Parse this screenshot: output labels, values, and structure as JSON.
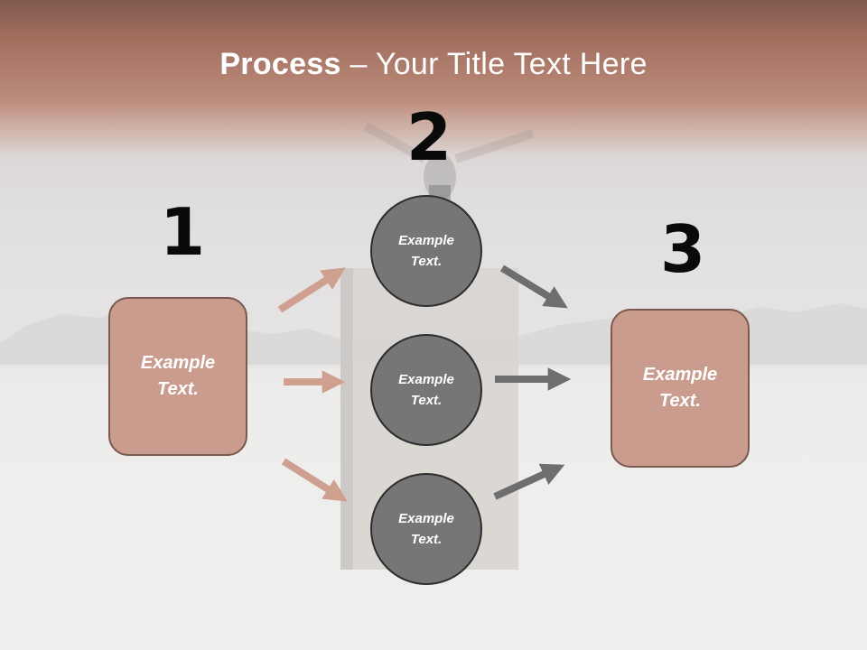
{
  "title": {
    "bold": "Process",
    "rest": " – Your Title Text Here"
  },
  "steps": [
    {
      "number": "1",
      "text_line1": "Example",
      "text_line2": "Text."
    },
    {
      "number": "2"
    },
    {
      "number": "3",
      "text_line1": "Example",
      "text_line2": "Text."
    }
  ],
  "circles": [
    {
      "text_line1": "Example",
      "text_line2": "Text."
    },
    {
      "text_line1": "Example",
      "text_line2": "Text."
    },
    {
      "text_line1": "Example",
      "text_line2": "Text."
    }
  ],
  "colors": {
    "box_fill": "#c99c8e",
    "box_border": "#7a5a50",
    "circle_fill": "#767676",
    "circle_border": "#2e2e2e",
    "arrow_left": "#cf9f8f",
    "arrow_right": "#6e6e6e",
    "title_band": "#b27e6d"
  }
}
